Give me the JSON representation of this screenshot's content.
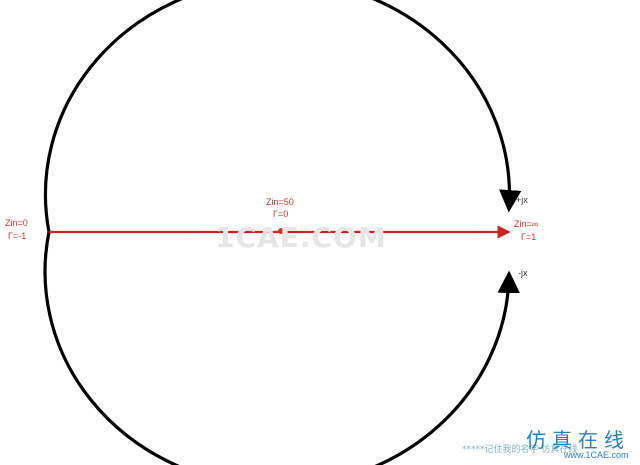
{
  "diagram": {
    "left_point": {
      "zin": "Zin=0",
      "gamma": "Γ=-1"
    },
    "center_point": {
      "zin": "Zin=50",
      "gamma": "Γ=0"
    },
    "right_point": {
      "zin": "Zin=∞",
      "gamma": "Γ=1"
    },
    "upper_label": "+jx",
    "lower_label": "-jx",
    "colors": {
      "axis": "#cc2222",
      "circle": "#000000",
      "label_red": "#c0392b"
    }
  },
  "watermark": {
    "center": "1CAE.COM",
    "footer": "*****记住我的名字 仿真在线",
    "brand_cn": "仿真在线",
    "brand_url": "www.1CAE.com"
  }
}
